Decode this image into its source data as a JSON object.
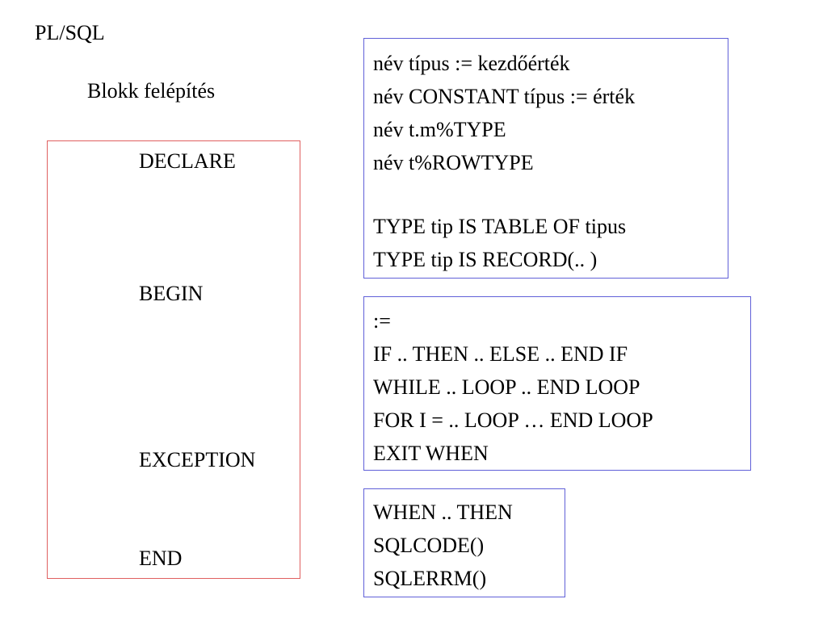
{
  "title": "PL/SQL",
  "subtitle": "Blokk felépítés",
  "block_keywords": {
    "declare": "DECLARE",
    "begin": "BEGIN",
    "exception": "EXCEPTION",
    "end": "END"
  },
  "declare_box": {
    "lines": [
      "név típus := kezdőérték",
      "név CONSTANT típus := érték",
      "név t.m%TYPE",
      "név t%ROWTYPE",
      "",
      "TYPE tip IS TABLE OF tipus",
      "TYPE tip IS RECORD(.. )"
    ]
  },
  "begin_box": {
    "lines": [
      ":=",
      "IF .. THEN .. ELSE .. END IF",
      "WHILE .. LOOP .. END LOOP",
      "FOR I = .. LOOP … END LOOP",
      "EXIT WHEN"
    ]
  },
  "exception_box": {
    "lines": [
      "WHEN .. THEN",
      "SQLCODE()",
      "SQLERRM()"
    ]
  },
  "colors": {
    "block_border": "#e06060",
    "box_border": "#6060d8",
    "text": "#000000",
    "background": "#ffffff"
  }
}
